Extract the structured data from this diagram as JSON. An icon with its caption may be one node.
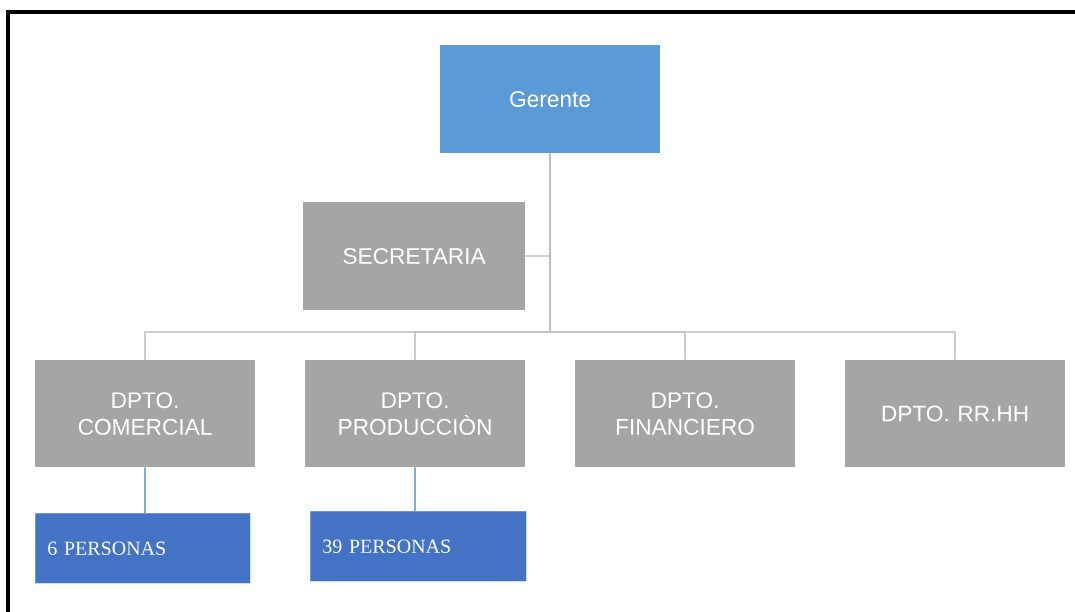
{
  "diagram": {
    "nodes": [
      {
        "text": [
          "Gerente"
        ]
      },
      {
        "text": [
          "SECRETARIA"
        ]
      },
      {
        "text": [
          "DPTO. COMERCIAL"
        ]
      },
      {
        "text": [
          "DPTO. PRODUCCIÒN"
        ]
      },
      {
        "text": [
          "DPTO. FINANCIERO"
        ]
      },
      {
        "text": [
          "DPTO. RR.HH"
        ]
      },
      {
        "text": [
          "6 PERSONAS"
        ]
      },
      {
        "text": [
          "39 PERSONAS"
        ]
      }
    ],
    "edges": [
      {
        "from": 0,
        "to": 1,
        "arrow": "none"
      },
      {
        "from": 0,
        "to": 2,
        "arrow": "none"
      },
      {
        "from": 0,
        "to": 3,
        "arrow": "none"
      },
      {
        "from": 0,
        "to": 4,
        "arrow": "none"
      },
      {
        "from": 0,
        "to": 5,
        "arrow": "none"
      },
      {
        "from": 2,
        "to": 6,
        "arrow": "none",
        "color": "#5b9bd5"
      },
      {
        "from": 3,
        "to": 7,
        "arrow": "none",
        "color": "#5b9bd5"
      }
    ]
  }
}
